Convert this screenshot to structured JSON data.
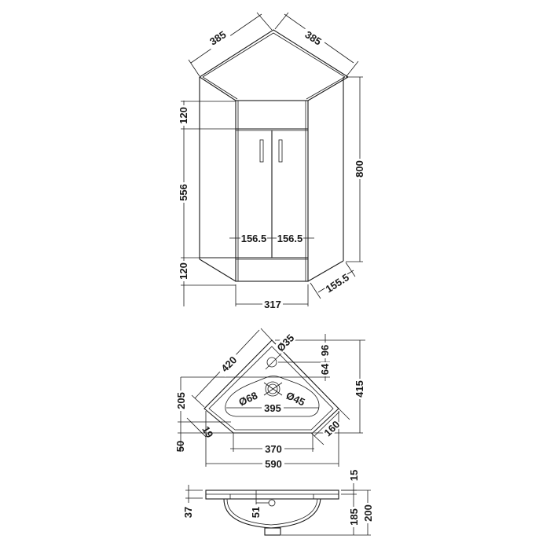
{
  "drawing": {
    "units": "mm",
    "cabinet_view": {
      "top_left_depth": "385",
      "top_right_depth": "385",
      "drawer_height": "120",
      "door_height": "556",
      "plinth_height": "120",
      "total_height": "800",
      "left_door_width": "156.5",
      "right_door_width": "156.5",
      "front_width": "317",
      "side_face_width": "155.5"
    },
    "basin_top_view": {
      "back_edge_length": "420",
      "tap_hole_diameter": "Ø35",
      "tap_hole_from_back": "96",
      "tap_hole_to_bowl": "64",
      "total_depth": "415",
      "side_depth": "205",
      "waste_outer_diameter": "Ø68",
      "waste_inner_diameter": "Ø45",
      "bowl_width": "395",
      "front_corner_offset": "19",
      "front_return": "160",
      "front_edge_offset": "50",
      "front_flat_width": "370",
      "overall_width": "590"
    },
    "basin_side_view": {
      "rim_thickness": "15",
      "rim_step": "37",
      "overflow_drop": "51",
      "bowl_depth": "185",
      "overall_height": "200"
    }
  }
}
